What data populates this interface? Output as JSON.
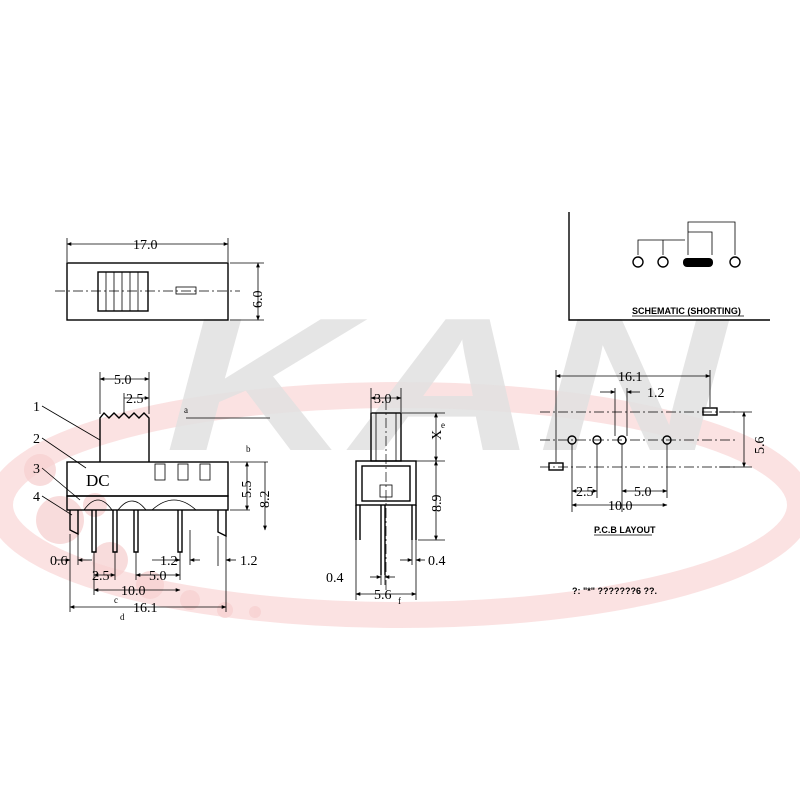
{
  "watermark": {
    "text": "KAN",
    "colors": {
      "grey": "#d9d9d9",
      "red": "#f6c9c9"
    }
  },
  "top_view": {
    "width": "17.0",
    "height": "6.0"
  },
  "side_view": {
    "callouts": [
      "1",
      "2",
      "3",
      "4"
    ],
    "marking": "DC",
    "dims": {
      "actuator_width": "5.0",
      "actuator_offset": "2.5",
      "actuator_note": "a",
      "height_note": "b",
      "body_h": "5.5",
      "total_h": "8.2",
      "pin_w": "0.6",
      "pitch1": "2.5",
      "pitch2": "5.0",
      "pitch3": "1.2",
      "end_tab": "1.2",
      "span_c": "10.0",
      "span_d": "16.1",
      "note_c": "c",
      "note_d": "d"
    }
  },
  "end_view": {
    "dims": {
      "top": "3.0",
      "x": "X",
      "x_note": "e",
      "h": "8.9",
      "pin_l": "0.4",
      "pin_r": "0.4",
      "base": "5.6",
      "base_note": "f"
    }
  },
  "schematic": {
    "label": "SCHEMATIC (SHORTING)"
  },
  "pcb": {
    "label": "P.C.B LAYOUT",
    "dims": {
      "total": "16.1",
      "slot": "1.2",
      "height": "5.6",
      "p1": "2.5",
      "p2": "5.0",
      "span": "10.0"
    }
  },
  "note": "?: \"*\" ???????6 ??."
}
